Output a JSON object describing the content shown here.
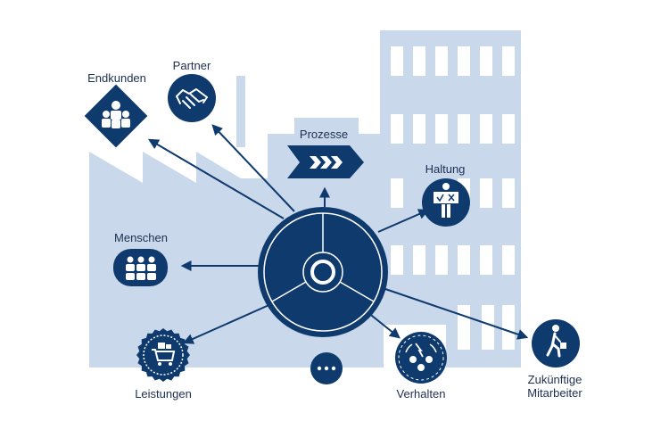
{
  "diagram": {
    "colors": {
      "navy": "#0f3a6e",
      "building": "#c9d8ea",
      "label": "#1c2f52",
      "background": "#ffffff"
    },
    "nodes": {
      "endkunden": {
        "label": "Endkunden",
        "icon": "customers-group-icon"
      },
      "partner": {
        "label": "Partner",
        "icon": "handshake-icon"
      },
      "prozesse": {
        "label": "Prozesse",
        "icon": "chevrons-right-icon"
      },
      "haltung": {
        "label": "Haltung",
        "icon": "person-with-checkmark-sign-icon"
      },
      "menschen": {
        "label": "Menschen",
        "icon": "people-group-icon"
      },
      "leistungen": {
        "label": "Leistungen",
        "icon": "shopping-cart-badge-icon"
      },
      "more": {
        "icon": "ellipsis-icon"
      },
      "verhalten": {
        "label": "Verhalten",
        "icon": "behavior-cycle-icon"
      },
      "mitarbeiter": {
        "label_line1": "Zukünftige",
        "label_line2": "Mitarbeiter",
        "icon": "walking-person-icon"
      }
    },
    "hub": {
      "icon": "central-wheel-icon"
    }
  }
}
